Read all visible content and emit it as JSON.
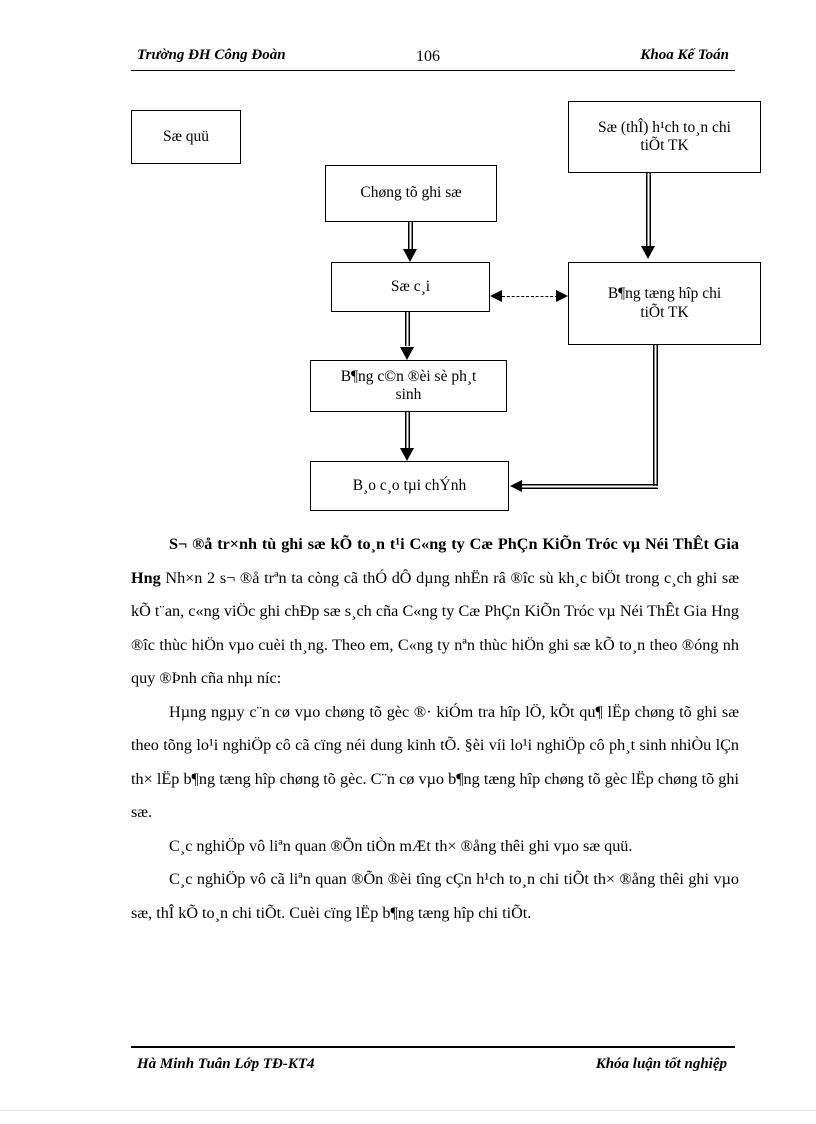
{
  "header": {
    "left": "Trường ĐH Công Đoàn",
    "page_number": "106",
    "right": "Khoa Kế Toán"
  },
  "flowchart": {
    "title": "so do ghi so ke toan",
    "boxes": [
      {
        "id": "so-quy",
        "label": "Sæ quü"
      },
      {
        "id": "chung-tu",
        "label": "Chøng tõ ghi sæ"
      },
      {
        "id": "so-cai",
        "label": "Sæ c¸i"
      },
      {
        "id": "bang-can-doi",
        "line1": "B¶ng c©n ®èi sè ph¸t",
        "line2": "sinh"
      },
      {
        "id": "bao-cao",
        "label": "B¸o c¸o tµi chÝnh"
      },
      {
        "id": "so-the",
        "line1": "Sæ (thÎ) h¹ch to¸n chi",
        "line2": "tiÕt TK"
      },
      {
        "id": "bang-tong",
        "line1": "B¶ng tæng hîp chi",
        "line2": "tiÕt TK"
      }
    ]
  },
  "body": {
    "paragraphs": [
      {
        "lead": "S¬ ®å tr×nh tù ghi sæ kÕ to¸n t¹i C«ng ty Cæ PhÇn KiÕn Tróc vµ Néi ThÊt Gia Hng",
        "rest": "  Nh×n 2 s¬ ®å trªn ta  còng cã thÓ dÔ dµng nhËn râ ®îc sù kh¸c biÖt trong c¸ch ghi sæ kÕ t¨an, c«ng viÖc ghi chÐp sæ s¸ch cña C«ng ty Cæ PhÇn KiÕn Tróc vµ Néi ThÊt Gia Hng  ®îc  thùc hiÖn vµo cuèi th¸ng. Theo em, C«ng ty nªn thùc hiÖn ghi sæ kÕ to¸n theo ®óng nh  quy ®Þnh cña nhµ níc:"
      },
      {
        "lead": "",
        "rest": "Hµng ngµy c¨n cø vµo chøng tõ gèc ®· kiÓm tra hîp  lÖ, kÕt qu¶ lËp chøng tõ ghi sæ theo tõng lo¹i nghiÖp cô cã cïng néi dung kinh tÕ. §èi víi lo¹i nghiÖp cô ph¸t sinh nhiÒu lÇn th× lËp b¶ng tæng hîp chøng tõ  gèc. C¨n cø vµo b¶ng tæng hîp chøng tõ gèc lËp chøng tõ ghi sæ."
      },
      {
        "lead": "",
        "rest": "C¸c nghiÖp vô liªn quan ®Õn tiÒn mÆt th× ®ång thêi ghi vµo sæ quü."
      },
      {
        "lead": "",
        "rest": "C¸c nghiÖp vô cã liªn  quan ®Õn ®èi tîng  cÇn h¹ch to¸n chi tiÕt th× ®ång thêi ghi vµo sæ, thÎ kÕ to¸n chi tiÕt. Cuèi cïng lËp b¶ng tæng hîp chi tiÕt."
      }
    ]
  },
  "footer": {
    "left": "Hà Minh Tuân Lớp TĐ-KT4",
    "right": "Khóa luận tốt nghiệp"
  }
}
